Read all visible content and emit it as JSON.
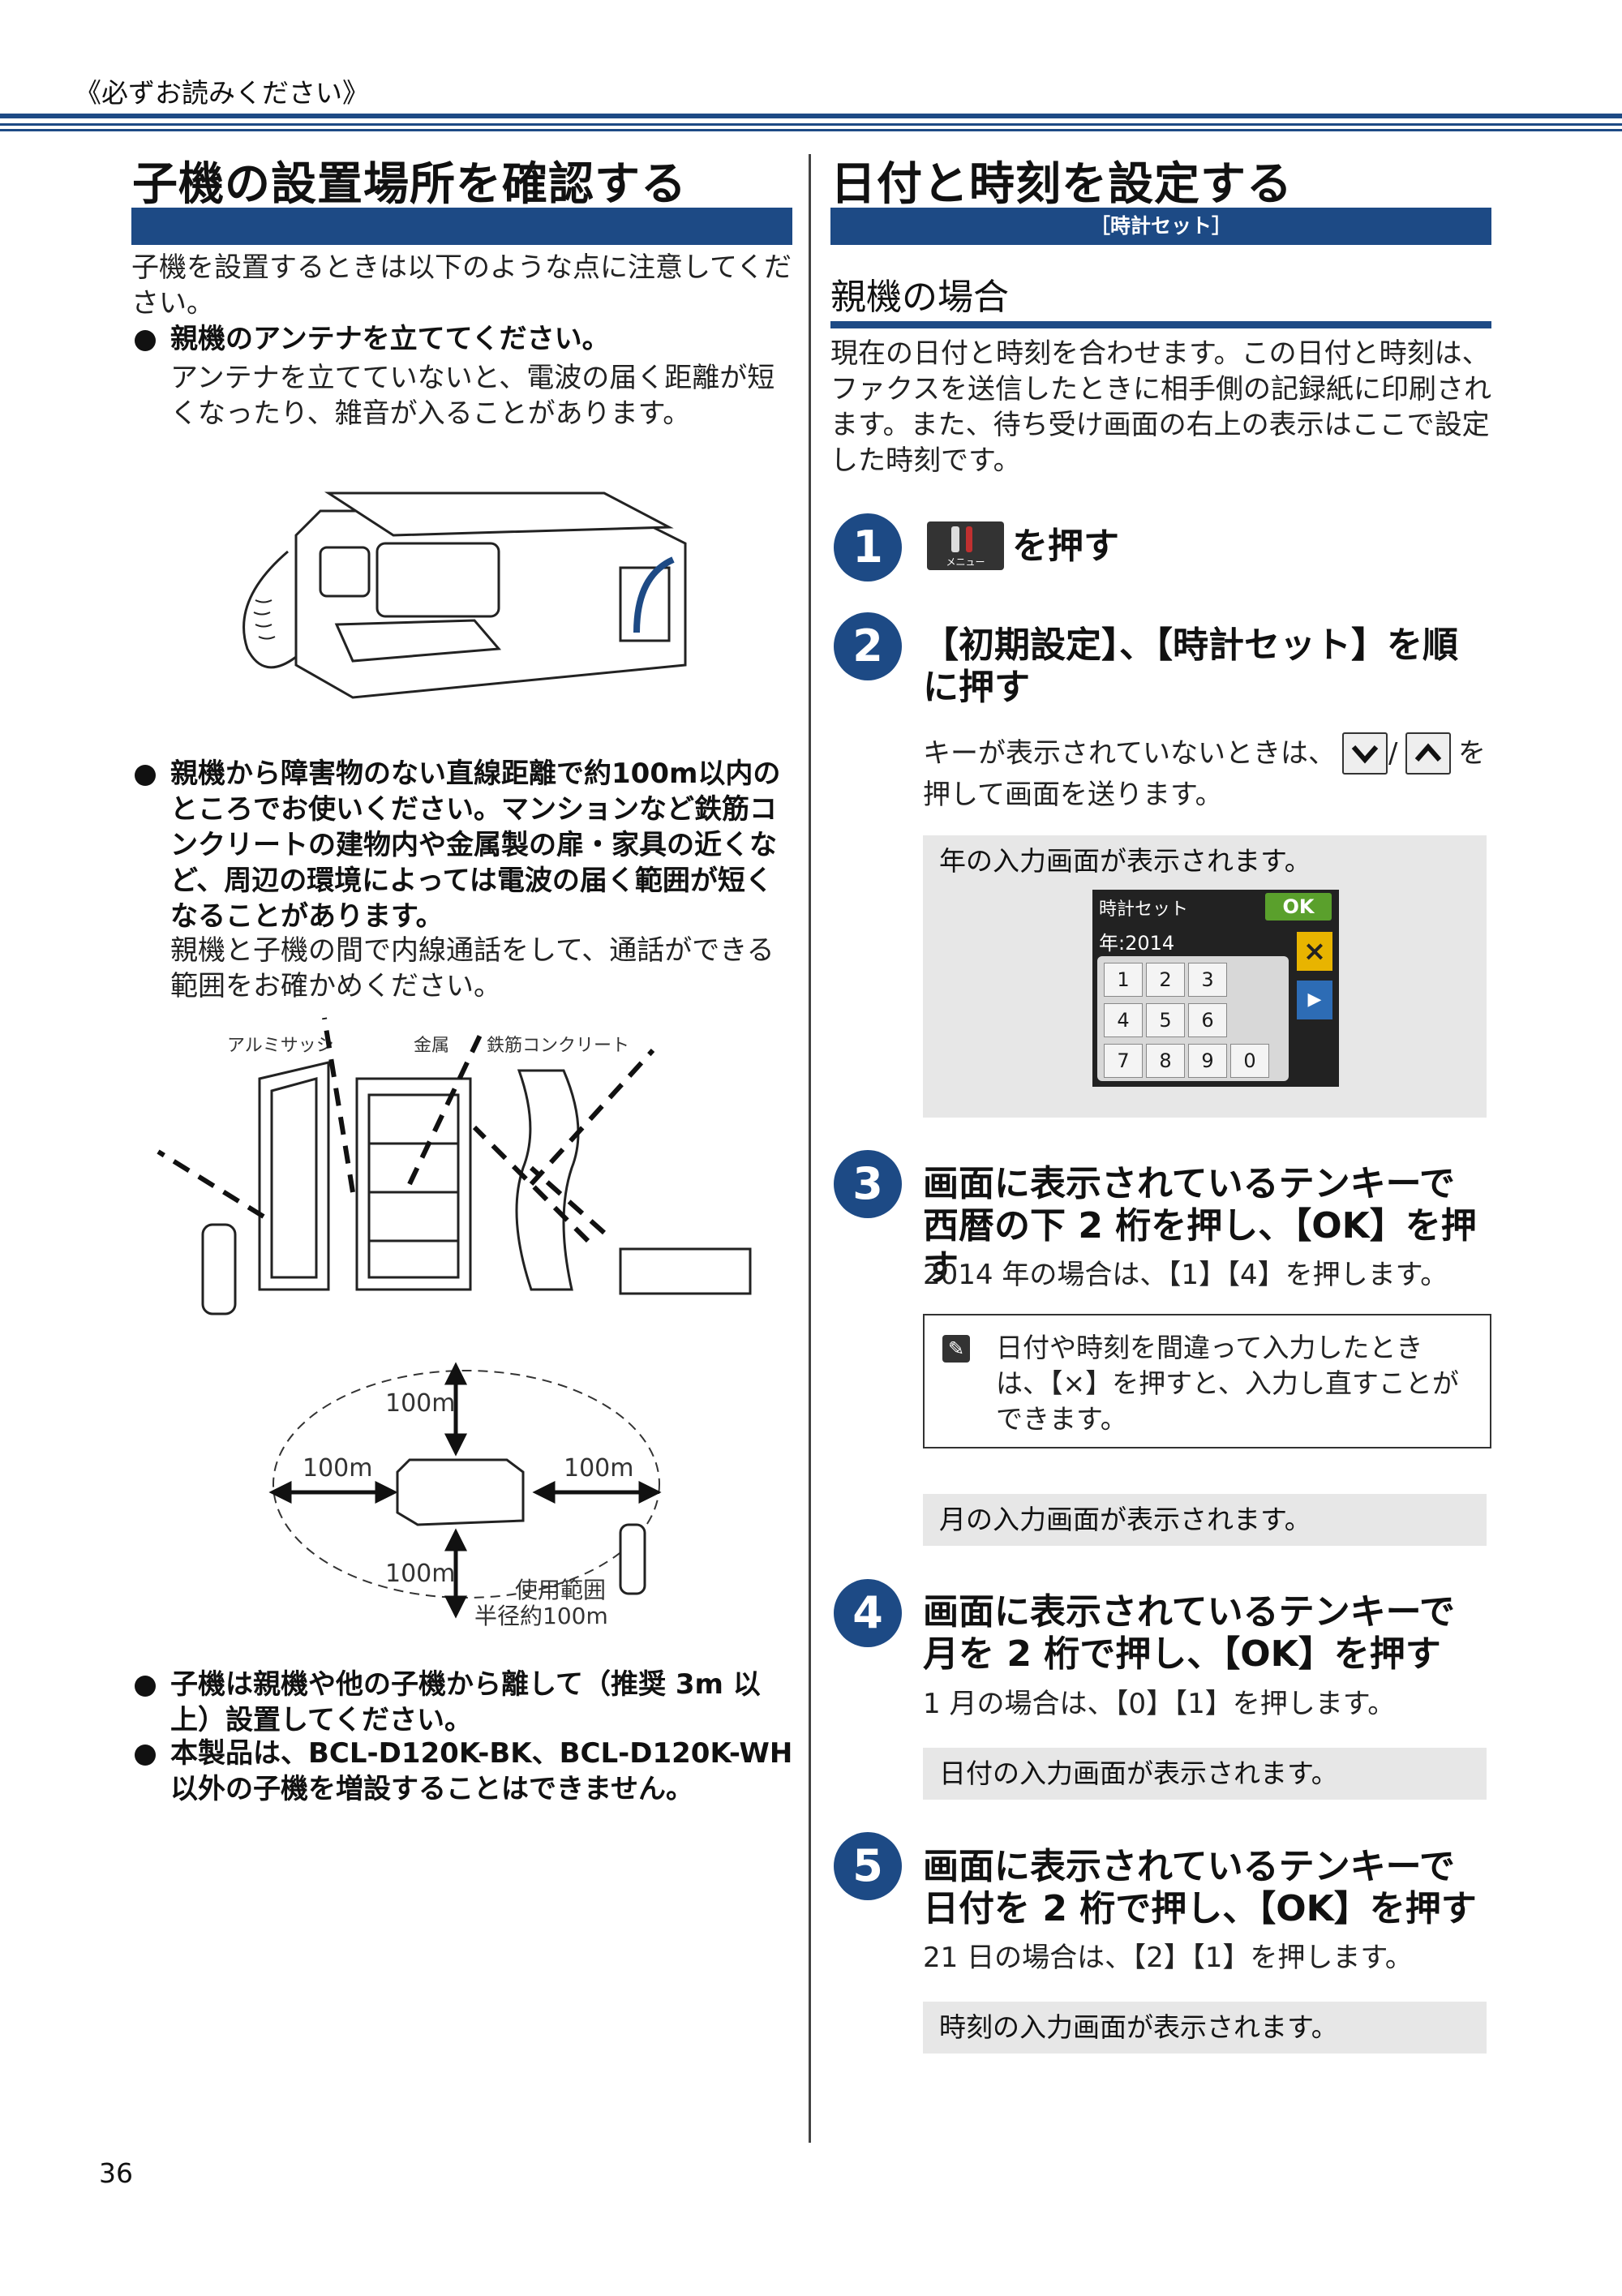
{
  "header": {
    "text": "《必ずお読みください》"
  },
  "left": {
    "title": "子機の設置場所を確認する",
    "intro": "子機を設置するときは以下のような点に注意してください。",
    "bullet1": {
      "head": "親機のアンテナを立ててください。",
      "body": "アンテナを立てていないと、電波の届く距離が短くなったり、雑音が入ることがあります。"
    },
    "bullet2": {
      "head": "親機から障害物のない直線距離で約100m以内のところでお使いください。マンションなど鉄筋コンクリートの建物内や金属製の扉・家具の近くなど、周辺の環境によっては電波の届く範囲が短くなることがあります。",
      "body": "親機と子機の間で内線通話をして、通話ができる範囲をお確かめください。"
    },
    "fig2": {
      "aluminum": "アルミサッシ",
      "metal": "金属",
      "concrete": "鉄筋コンクリート"
    },
    "fig3": {
      "top": "100m",
      "left": "100m",
      "right": "100m",
      "bottom": "100m",
      "range1": "使用範囲",
      "range2": "半径約100m"
    },
    "bullet3": "子機は親機や他の子機から離して（推奨 3m 以上）設置してください。",
    "bullet4": "本製品は、BCL-D120K-BK、BCL-D120K-WH 以外の子機を増設することはできません。"
  },
  "right": {
    "title": "日付と時刻を設定する",
    "bar_label": "［時計セット］",
    "section": "親機の場合",
    "intro": "現在の日付と時刻を合わせます。この日付と時刻は、ファクスを送信したときに相手側の記録紙に印刷されます。また、待ち受け画面の右上の表示はここで設定した時刻です。",
    "steps": [
      {
        "num": "1",
        "icon_label": "メニュー",
        "title": "を押す"
      },
      {
        "num": "2",
        "title": "【初期設定】、【時計セット】を順に押す",
        "note_a": "キーが表示されていないときは、",
        "note_sep": "/",
        "note_b": "を",
        "note_c": "押して画面を送ります。",
        "box": "年の入力画面が表示されます。"
      },
      {
        "num": "3",
        "title": "画面に表示されているテンキーで西暦の下 2 桁を押し、【OK】を押す",
        "desc": "2014 年の場合は、【1】【4】を押します。",
        "memo": "日付や時刻を間違って入力したときは、【×】を押すと、入力し直すことができます。",
        "box": "月の入力画面が表示されます。"
      },
      {
        "num": "4",
        "title": "画面に表示されているテンキーで月を 2 桁で押し、【OK】を押す",
        "desc": "1 月の場合は、【0】【1】を押します。",
        "box": "日付の入力画面が表示されます。"
      },
      {
        "num": "5",
        "title": "画面に表示されているテンキーで日付を 2 桁で押し、【OK】を押す",
        "desc": "21 日の場合は、【2】【1】を押します。",
        "box": "時刻の入力画面が表示されます。"
      }
    ],
    "lcd": {
      "title": "時計セット",
      "ok": "OK",
      "year": "年:2014",
      "keys": [
        "1",
        "2",
        "3",
        "4",
        "5",
        "6",
        "7",
        "8",
        "9",
        "0"
      ]
    }
  },
  "page_number": "36",
  "colors": {
    "accent": "#1d4a85",
    "gray_box": "#e7e7e7"
  }
}
